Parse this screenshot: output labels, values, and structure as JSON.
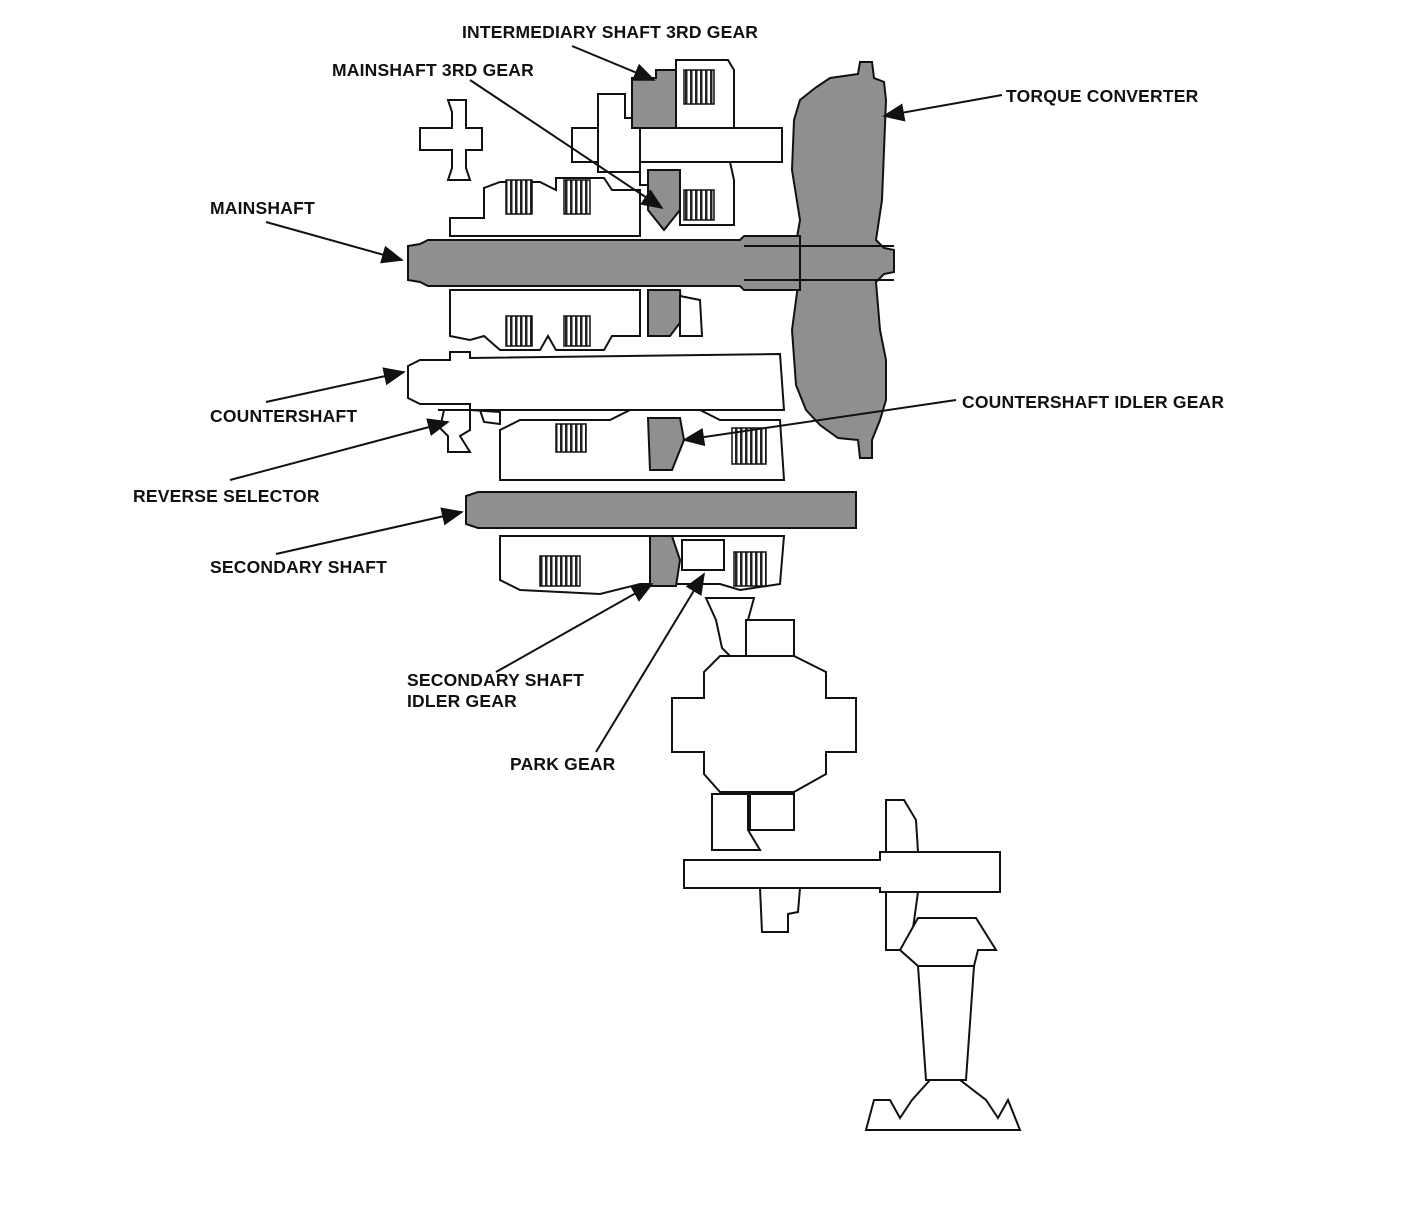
{
  "labels": {
    "intermediary_shaft_3rd_gear": "INTERMEDIARY SHAFT 3RD GEAR",
    "mainshaft_3rd_gear": "MAINSHAFT 3RD GEAR",
    "torque_converter": "TORQUE CONVERTER",
    "mainshaft": "MAINSHAFT",
    "countershaft": "COUNTERSHAFT",
    "countershaft_idler_gear": "COUNTERSHAFT IDLER GEAR",
    "reverse_selector": "REVERSE SELECTOR",
    "secondary_shaft": "SECONDARY SHAFT",
    "secondary_shaft_idler_gear_line1": "SECONDARY SHAFT",
    "secondary_shaft_idler_gear_line2": "IDLER GEAR",
    "park_gear": "PARK GEAR"
  },
  "colors": {
    "line": "#111111",
    "highlight_fill": "#8f8f8f",
    "background": "#ffffff"
  }
}
